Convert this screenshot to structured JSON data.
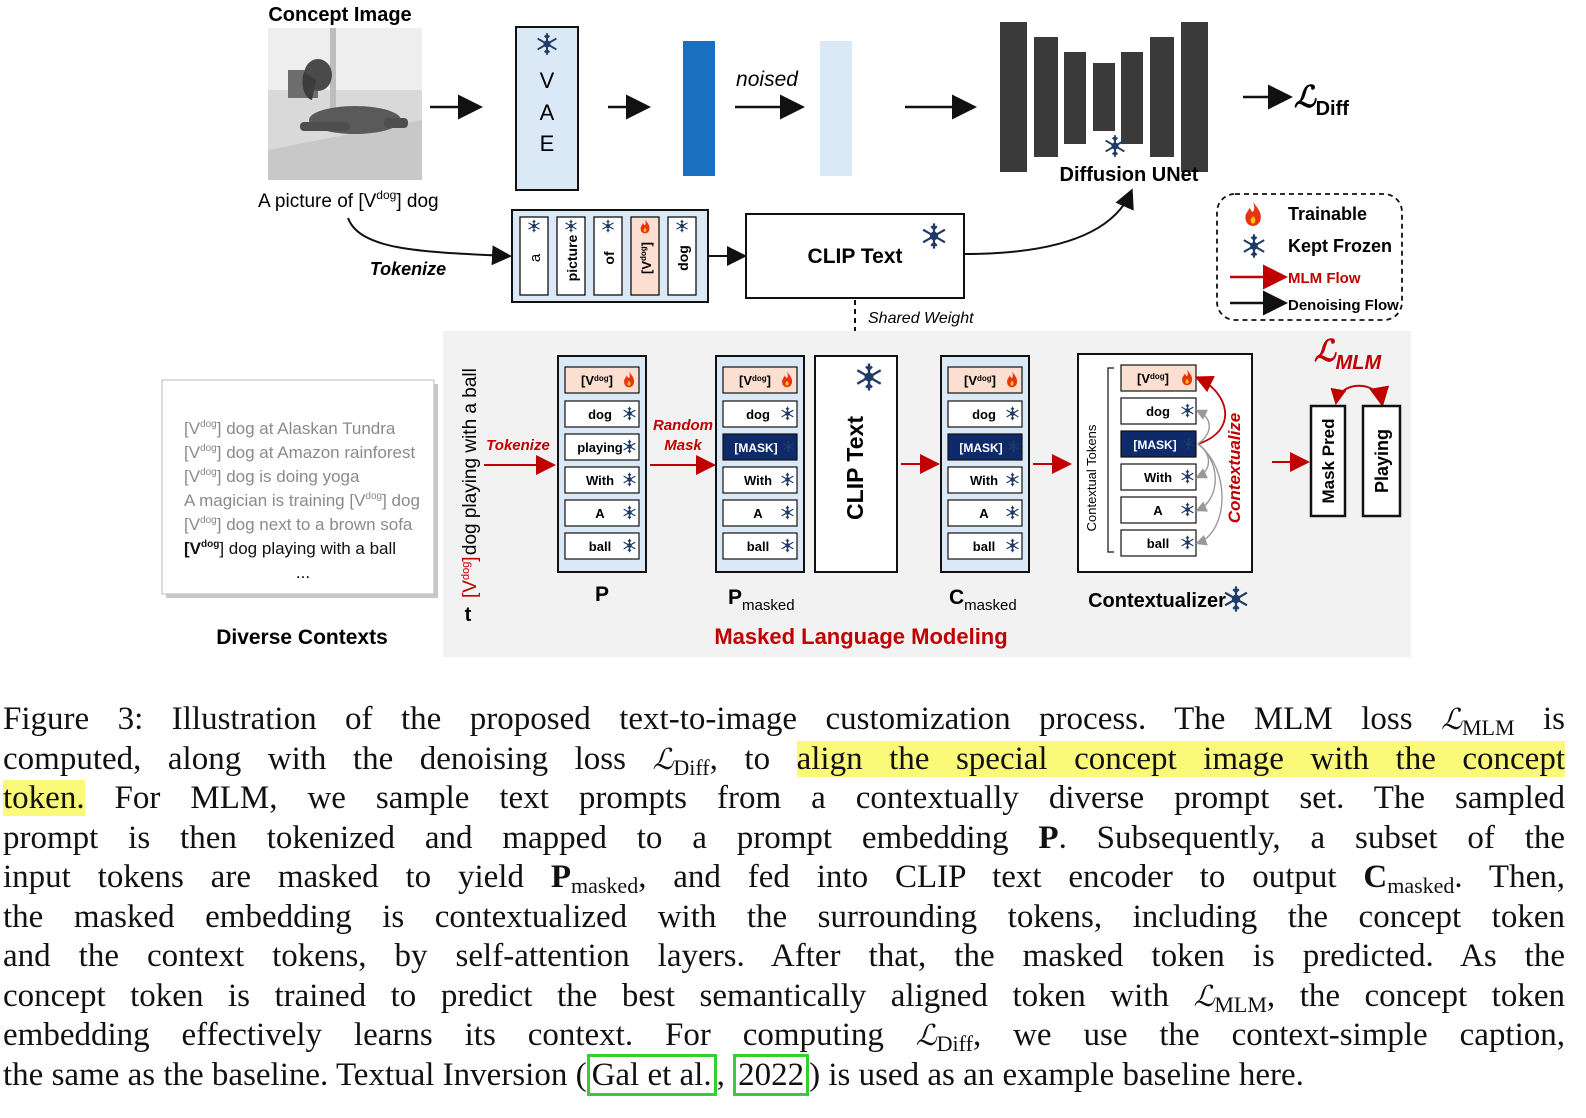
{
  "figure": {
    "concept_image_label": "Concept Image",
    "concept_caption_pre": "A picture of [V",
    "concept_caption_sup": "dog",
    "concept_caption_post": "] dog",
    "vae_letters": [
      "V",
      "A",
      "E"
    ],
    "noised_label": "noised",
    "unet_label": "Diffusion UNet",
    "loss_diff_main": "ℒ",
    "loss_diff_sub": "Diff",
    "tokenize_label": "Tokenize",
    "tokens_top": [
      "a",
      "picture",
      "of",
      "[V",
      "dog"
    ],
    "clip_text_label": "CLIP Text",
    "shared_weight_label": "Shared Weight",
    "legend": {
      "trainable": "Trainable",
      "frozen": "Kept Frozen",
      "mlm_flow": "MLM Flow",
      "denoise_flow": "Denoising Flow"
    },
    "contexts": [
      {
        "pre": "[V",
        "sup": "dog",
        "post": "] dog at Alaskan Tundra"
      },
      {
        "pre": "[V",
        "sup": "dog",
        "post": "] dog at Amazon rainforest"
      },
      {
        "pre": "[V",
        "sup": "dog",
        "post": "] dog is doing yoga"
      },
      {
        "pre": "A magician is training [V",
        "sup": "dog",
        "post": "] dog"
      },
      {
        "pre": "[V",
        "sup": "dog",
        "post": "] dog next to a brown sofa"
      },
      {
        "pre": "[V",
        "sup": "dog",
        "post": "] dog playing with a ball"
      }
    ],
    "contexts_ellipsis": "...",
    "diverse_contexts_label": "Diverse Contexts",
    "vertical_prompt_pre": "[V",
    "vertical_prompt_sup": "dog",
    "vertical_prompt_post": "] dog playing with a ball",
    "t_label": "t",
    "tokenize_label2": "Tokenize",
    "random_mask_1": "Random",
    "random_mask_2": "Mask",
    "col_tokens": [
      "[V",
      "dog",
      "playing",
      "With",
      "A",
      "ball"
    ],
    "col_tokens_masked": [
      "[V",
      "dog",
      "[MASK]",
      "With",
      "A",
      "ball"
    ],
    "p_label": "P",
    "p_masked_main": "P",
    "p_masked_sub": "masked",
    "c_masked_main": "C",
    "c_masked_sub": "masked",
    "clip_text_vertical": "CLIP Text",
    "contextual_tokens_label": "Contextual Tokens",
    "contextualize_label": "Contextualize",
    "contextualizer_label": "Contextualizer",
    "loss_mlm_main": "ℒ",
    "loss_mlm_sub": "MLM",
    "mask_pred_label": "Mask Pred",
    "playing_label": "Playing",
    "mlm_title": "Masked Language Modeling",
    "colors": {
      "blue_dark": "#1a6fbf",
      "blue_light": "#dbe9f6",
      "red": "#c00000",
      "mask_navy": "#0e2a6b",
      "token_peach": "#fbe0d2",
      "gray_panel": "#f2f2f2",
      "unet": "#3a3a3a"
    }
  },
  "caption": {
    "l1a": "Figure 3: Illustration of the proposed text-to-image customization process. The MLM loss ",
    "l1b": " is",
    "l2a": "computed, along with the denoising loss ",
    "l2b": ", to ",
    "l2hl": "align the special concept image with the concept",
    "l3hl": "token.",
    "l3b": " For MLM, we sample text prompts from a contextually diverse prompt set. The sampled",
    "l4a": "prompt is then tokenized and mapped to a prompt embedding ",
    "l4b": ". Subsequently, a subset of the",
    "l5a": "input tokens are masked to yield ",
    "l5b": ", and fed into CLIP text encoder to output ",
    "l5c": ". Then,",
    "l6": "the masked embedding is contextualized with the surrounding tokens, including the concept token",
    "l7": "and the context tokens, by self-attention layers. After that, the masked token is predicted. As the",
    "l8a": "concept token is trained to predict the best semantically aligned token with ",
    "l8b": ", the concept token",
    "l9a": "embedding effectively learns its context. For computing ",
    "l9b": ", we use the context-simple caption,",
    "l10a": "the same as the baseline. Textual Inversion (",
    "cite_author": "Gal et al.",
    "l10b": ", ",
    "cite_year": "2022",
    "l10c": ") is used as an example baseline here.",
    "bold_P": "P",
    "bold_C": "C",
    "script_L": "ℒ",
    "sub_mlm": "MLM",
    "sub_diff": "Diff",
    "sub_masked": "masked"
  }
}
